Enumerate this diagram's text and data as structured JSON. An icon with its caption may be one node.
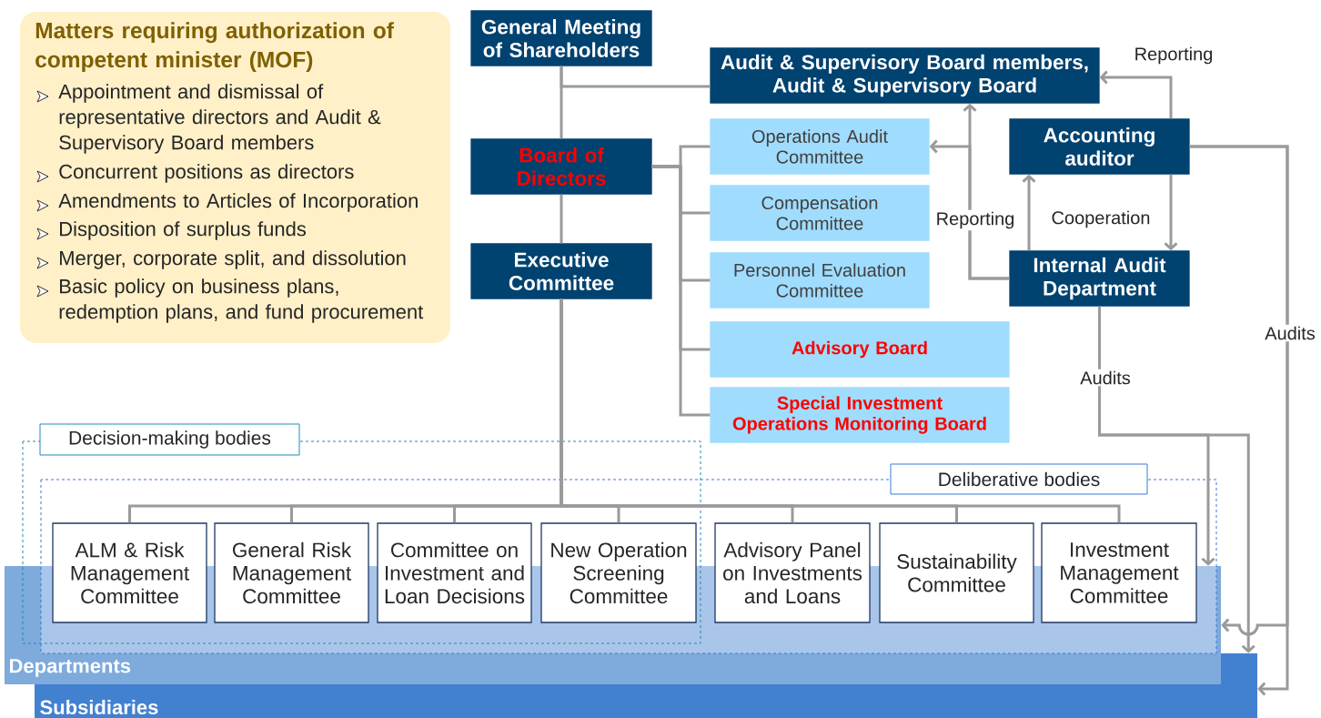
{
  "diagram": {
    "nodes": [
      {
        "text": [
          "Matters requiring authorization of competent minister (MOF)",
          "Appointment and dismissal of representative directors and Audit & Supervisory Board members",
          "Concurrent positions as directors",
          "Amendments to Articles of Incorporation",
          "Disposition of surplus funds",
          "Merger, corporate split, and dissolution",
          "Basic policy on business plans, redemption plans, and fund procurement"
        ]
      },
      {
        "text": [
          "General Meeting of Shareholders"
        ]
      },
      {
        "text": [
          "Audit & Supervisory Board members, Audit & Supervisory Board"
        ]
      },
      {
        "text": [
          "Board of Directors"
        ]
      },
      {
        "text": [
          "Executive Committee"
        ]
      },
      {
        "text": [
          "Operations Audit Committee"
        ]
      },
      {
        "text": [
          "Compensation Committee"
        ]
      },
      {
        "text": [
          "Personnel Evaluation Committee"
        ]
      },
      {
        "text": [
          "Advisory Board"
        ]
      },
      {
        "text": [
          "Special Investment Operations Monitoring Board"
        ]
      },
      {
        "text": [
          "Accounting auditor"
        ]
      },
      {
        "text": [
          "Internal Audit Department"
        ]
      },
      {
        "text": [
          "Decision-making bodies"
        ]
      },
      {
        "text": [
          "Deliberative bodies"
        ]
      },
      {
        "text": [
          "Departments"
        ]
      },
      {
        "text": [
          "Subsidiaries"
        ]
      },
      {
        "text": [
          "ALM & Risk Management Committee"
        ]
      },
      {
        "text": [
          "General Risk Management Committee"
        ]
      },
      {
        "text": [
          "Committee on Investment and Loan Decisions"
        ]
      },
      {
        "text": [
          "New Operation Screening Committee"
        ]
      },
      {
        "text": [
          "Advisory Panel on Investments and Loans"
        ]
      },
      {
        "text": [
          "Sustainability Committee"
        ]
      },
      {
        "text": [
          "Investment Management Committee"
        ]
      }
    ],
    "edges": [
      {
        "from": 1,
        "to": 3,
        "arrow": "none"
      },
      {
        "from": 1,
        "to": 2,
        "arrow": "none"
      },
      {
        "from": 3,
        "to": 4,
        "arrow": "none"
      },
      {
        "from": 4,
        "to": 16,
        "arrow": "none"
      },
      {
        "from": 4,
        "to": 17,
        "arrow": "none"
      },
      {
        "from": 4,
        "to": 18,
        "arrow": "none"
      },
      {
        "from": 4,
        "to": 19,
        "arrow": "none"
      },
      {
        "from": 4,
        "to": 20,
        "arrow": "none"
      },
      {
        "from": 4,
        "to": 21,
        "arrow": "none"
      },
      {
        "from": 4,
        "to": 22,
        "arrow": "none"
      },
      {
        "from": 3,
        "to": 5,
        "arrow": "none"
      },
      {
        "from": 3,
        "to": 6,
        "arrow": "none"
      },
      {
        "from": 3,
        "to": 7,
        "arrow": "none"
      },
      {
        "from": 3,
        "to": 8,
        "arrow": "none"
      },
      {
        "from": 3,
        "to": 9,
        "arrow": "none"
      },
      {
        "from": 11,
        "to": 2,
        "arrow": "to",
        "label": "Reporting"
      },
      {
        "from": 11,
        "to": 5,
        "arrow": "to"
      },
      {
        "from": 10,
        "to": 2,
        "arrow": "to",
        "label": "Reporting"
      },
      {
        "from": 11,
        "to": 10,
        "arrow": "to",
        "label": "Cooperation"
      },
      {
        "from": 10,
        "to": 11,
        "arrow": "to"
      },
      {
        "from": 11,
        "to": 14,
        "arrow": "to",
        "label": "Audits"
      },
      {
        "from": 11,
        "to": 15,
        "arrow": "to"
      },
      {
        "from": 10,
        "to": 14,
        "arrow": "to",
        "label": "Audits"
      },
      {
        "from": 10,
        "to": 15,
        "arrow": "to"
      }
    ]
  }
}
